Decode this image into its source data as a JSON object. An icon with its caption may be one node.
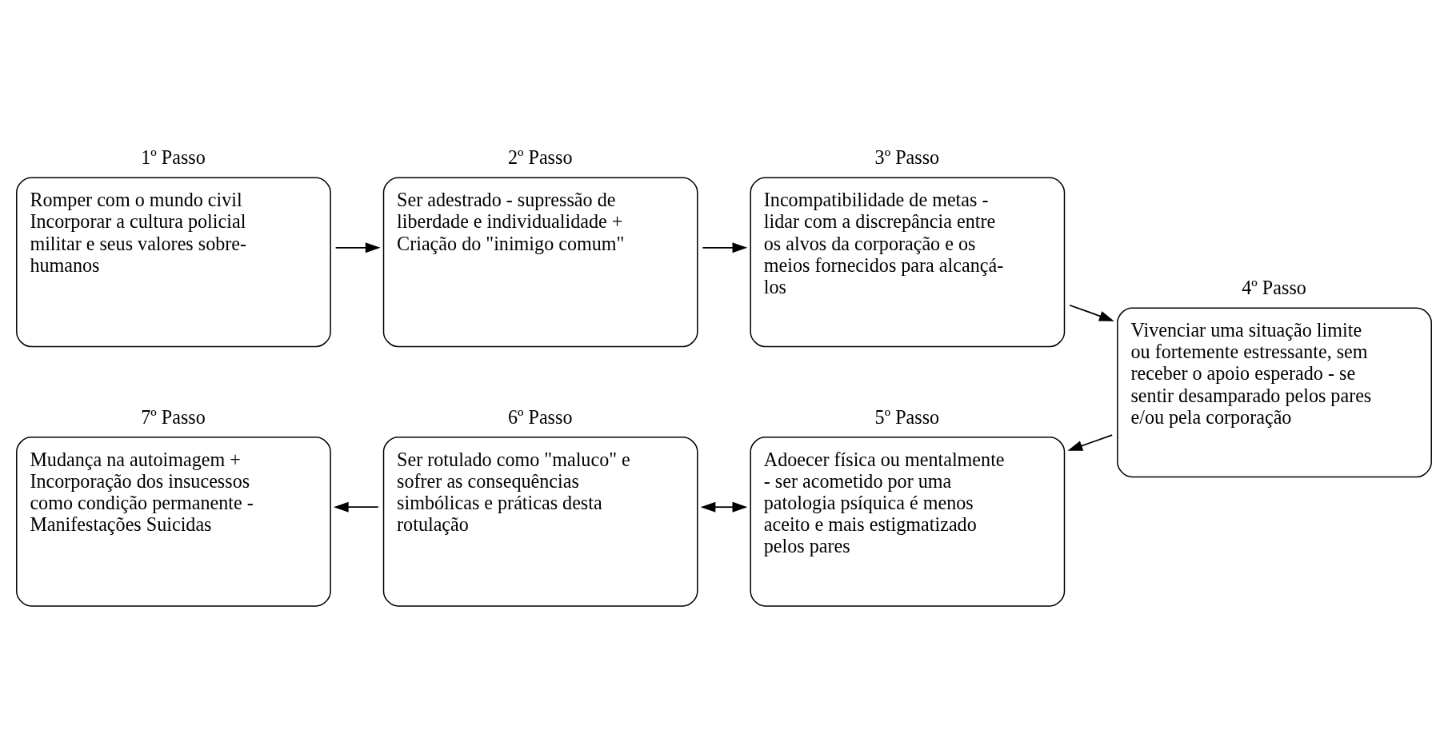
{
  "diagram": {
    "nodes": [
      {
        "text": [
          "1º Passo",
          "Romper com o mundo civil Incorporar a cultura policial militar e seus valores sobre-humanos"
        ]
      },
      {
        "text": [
          "2º Passo",
          "Ser adestrado - supressão de liberdade e individualidade + Criação do \"inimigo comum\""
        ]
      },
      {
        "text": [
          "3º Passo",
          "Incompatibilidade de metas - lidar com a discrepância entre os alvos da corporação e os meios fornecidos para alcançá-los"
        ]
      },
      {
        "text": [
          "4º Passo",
          "Vivenciar uma situação limite ou fortemente estressante, sem receber o apoio esperado - se sentir desamparado pelos pares e/ou pela corporação"
        ]
      },
      {
        "text": [
          "5º Passo",
          "Adoecer física ou mentalmente - ser acometido por uma patologia psíquica é menos aceito e mais estigmatizado pelos pares"
        ]
      },
      {
        "text": [
          "6º Passo",
          "Ser rotulado como \"maluco\" e sofrer as consequências simbólicas e práticas desta rotulação"
        ]
      },
      {
        "text": [
          "7º Passo",
          "Mudança na autoimagem + Incorporação dos insucessos como condição permanente - Manifestações Suicidas"
        ]
      }
    ],
    "edges": [
      {
        "from": 0,
        "to": 1,
        "arrow": "to"
      },
      {
        "from": 1,
        "to": 2,
        "arrow": "to"
      },
      {
        "from": 2,
        "to": 3,
        "arrow": "to"
      },
      {
        "from": 3,
        "to": 4,
        "arrow": "to"
      },
      {
        "from": 4,
        "to": 5,
        "arrow": "both"
      },
      {
        "from": 5,
        "to": 6,
        "arrow": "to"
      }
    ]
  }
}
